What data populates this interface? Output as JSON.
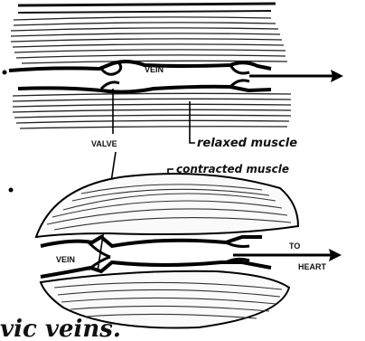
{
  "labels": {
    "vein_top": "VEIN",
    "valve": "VALVE",
    "relaxed_muscle": "relaxed muscle",
    "contracted_muscle": "contracted muscle",
    "vein_bottom": "VEIN",
    "to_heart_line1": "TO",
    "to_heart_line2": "HEART",
    "caption_fragment": "vic veins."
  }
}
